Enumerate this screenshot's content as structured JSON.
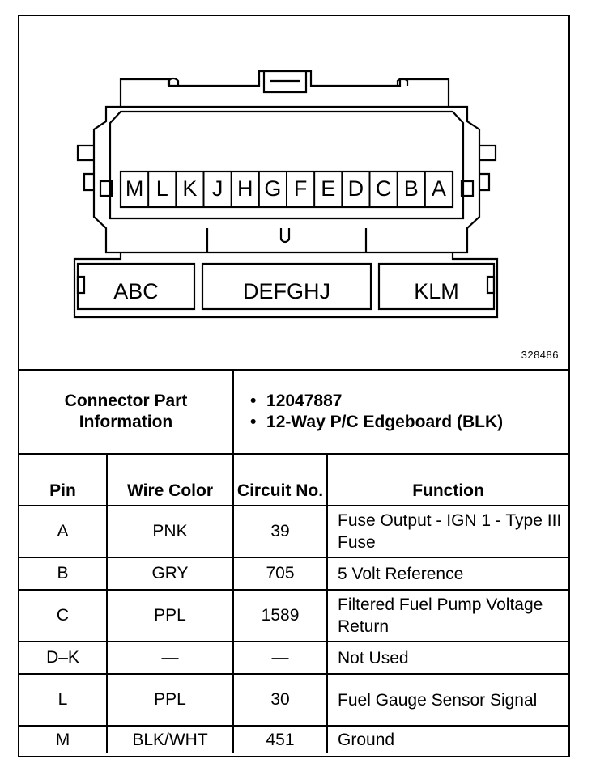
{
  "diagram": {
    "pins": [
      "M",
      "L",
      "K",
      "J",
      "H",
      "G",
      "F",
      "E",
      "D",
      "C",
      "B",
      "A"
    ],
    "groups": [
      "ABC",
      "DEFGHJ",
      "KLM"
    ],
    "figure_number": "328486"
  },
  "connector_info": {
    "title": "Connector Part Information",
    "items": [
      "12047887",
      "12-Way P/C Edgeboard (BLK)"
    ]
  },
  "table": {
    "headers": {
      "pin": "Pin",
      "wire_color": "Wire Color",
      "circuit_no": "Circuit No.",
      "function": "Function"
    },
    "rows": [
      {
        "pin": "A",
        "wire_color": "PNK",
        "circuit_no": "39",
        "function": "Fuse Output - IGN 1 - Type III Fuse"
      },
      {
        "pin": "B",
        "wire_color": "GRY",
        "circuit_no": "705",
        "function": "5 Volt Reference"
      },
      {
        "pin": "C",
        "wire_color": "PPL",
        "circuit_no": "1589",
        "function": "Filtered Fuel Pump Voltage Return"
      },
      {
        "pin": "D–K",
        "wire_color": "—",
        "circuit_no": "—",
        "function": "Not Used"
      },
      {
        "pin": "L",
        "wire_color": "PPL",
        "circuit_no": "30",
        "function": "Fuel Gauge Sensor Signal"
      },
      {
        "pin": "M",
        "wire_color": "BLK/WHT",
        "circuit_no": "451",
        "function": "Ground"
      }
    ]
  }
}
